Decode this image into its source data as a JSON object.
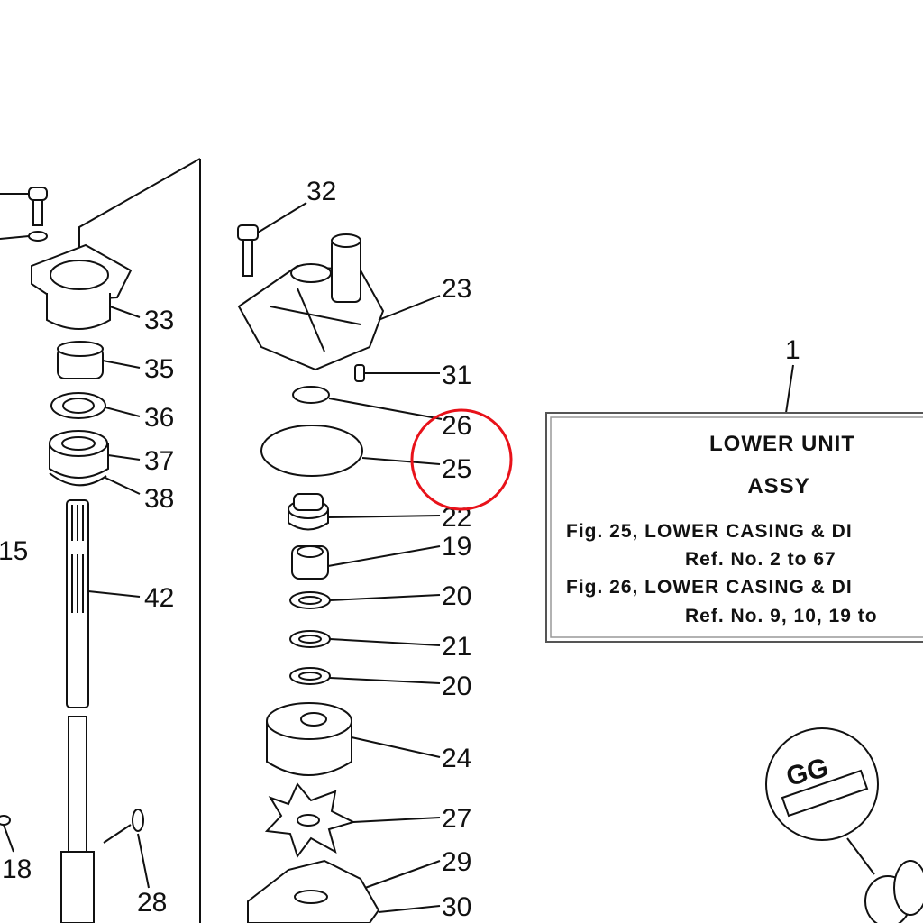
{
  "diagram": {
    "callouts": {
      "c32": "32",
      "c23": "23",
      "c31": "31",
      "c26": "26",
      "c25": "25",
      "c22": "22",
      "c19": "19",
      "c20a": "20",
      "c21": "21",
      "c20b": "20",
      "c24": "24",
      "c27": "27",
      "c29": "29",
      "c30": "30",
      "c1": "1",
      "c33": "33",
      "c35": "35",
      "c36": "36",
      "c37": "37",
      "c38": "38",
      "c15": "15",
      "c42": "42",
      "c18": "18",
      "c28": "28"
    },
    "info_box": {
      "title_line1": "LOWER UNIT",
      "title_line2": "ASSY",
      "line1": "Fig. 25, LOWER CASING & DI",
      "line2": "Ref. No. 2 to 67",
      "line3": "Fig. 26, LOWER CASING & DI",
      "line4": "Ref. No. 9, 10, 19 to"
    },
    "highlight_color": "#e8121a"
  }
}
